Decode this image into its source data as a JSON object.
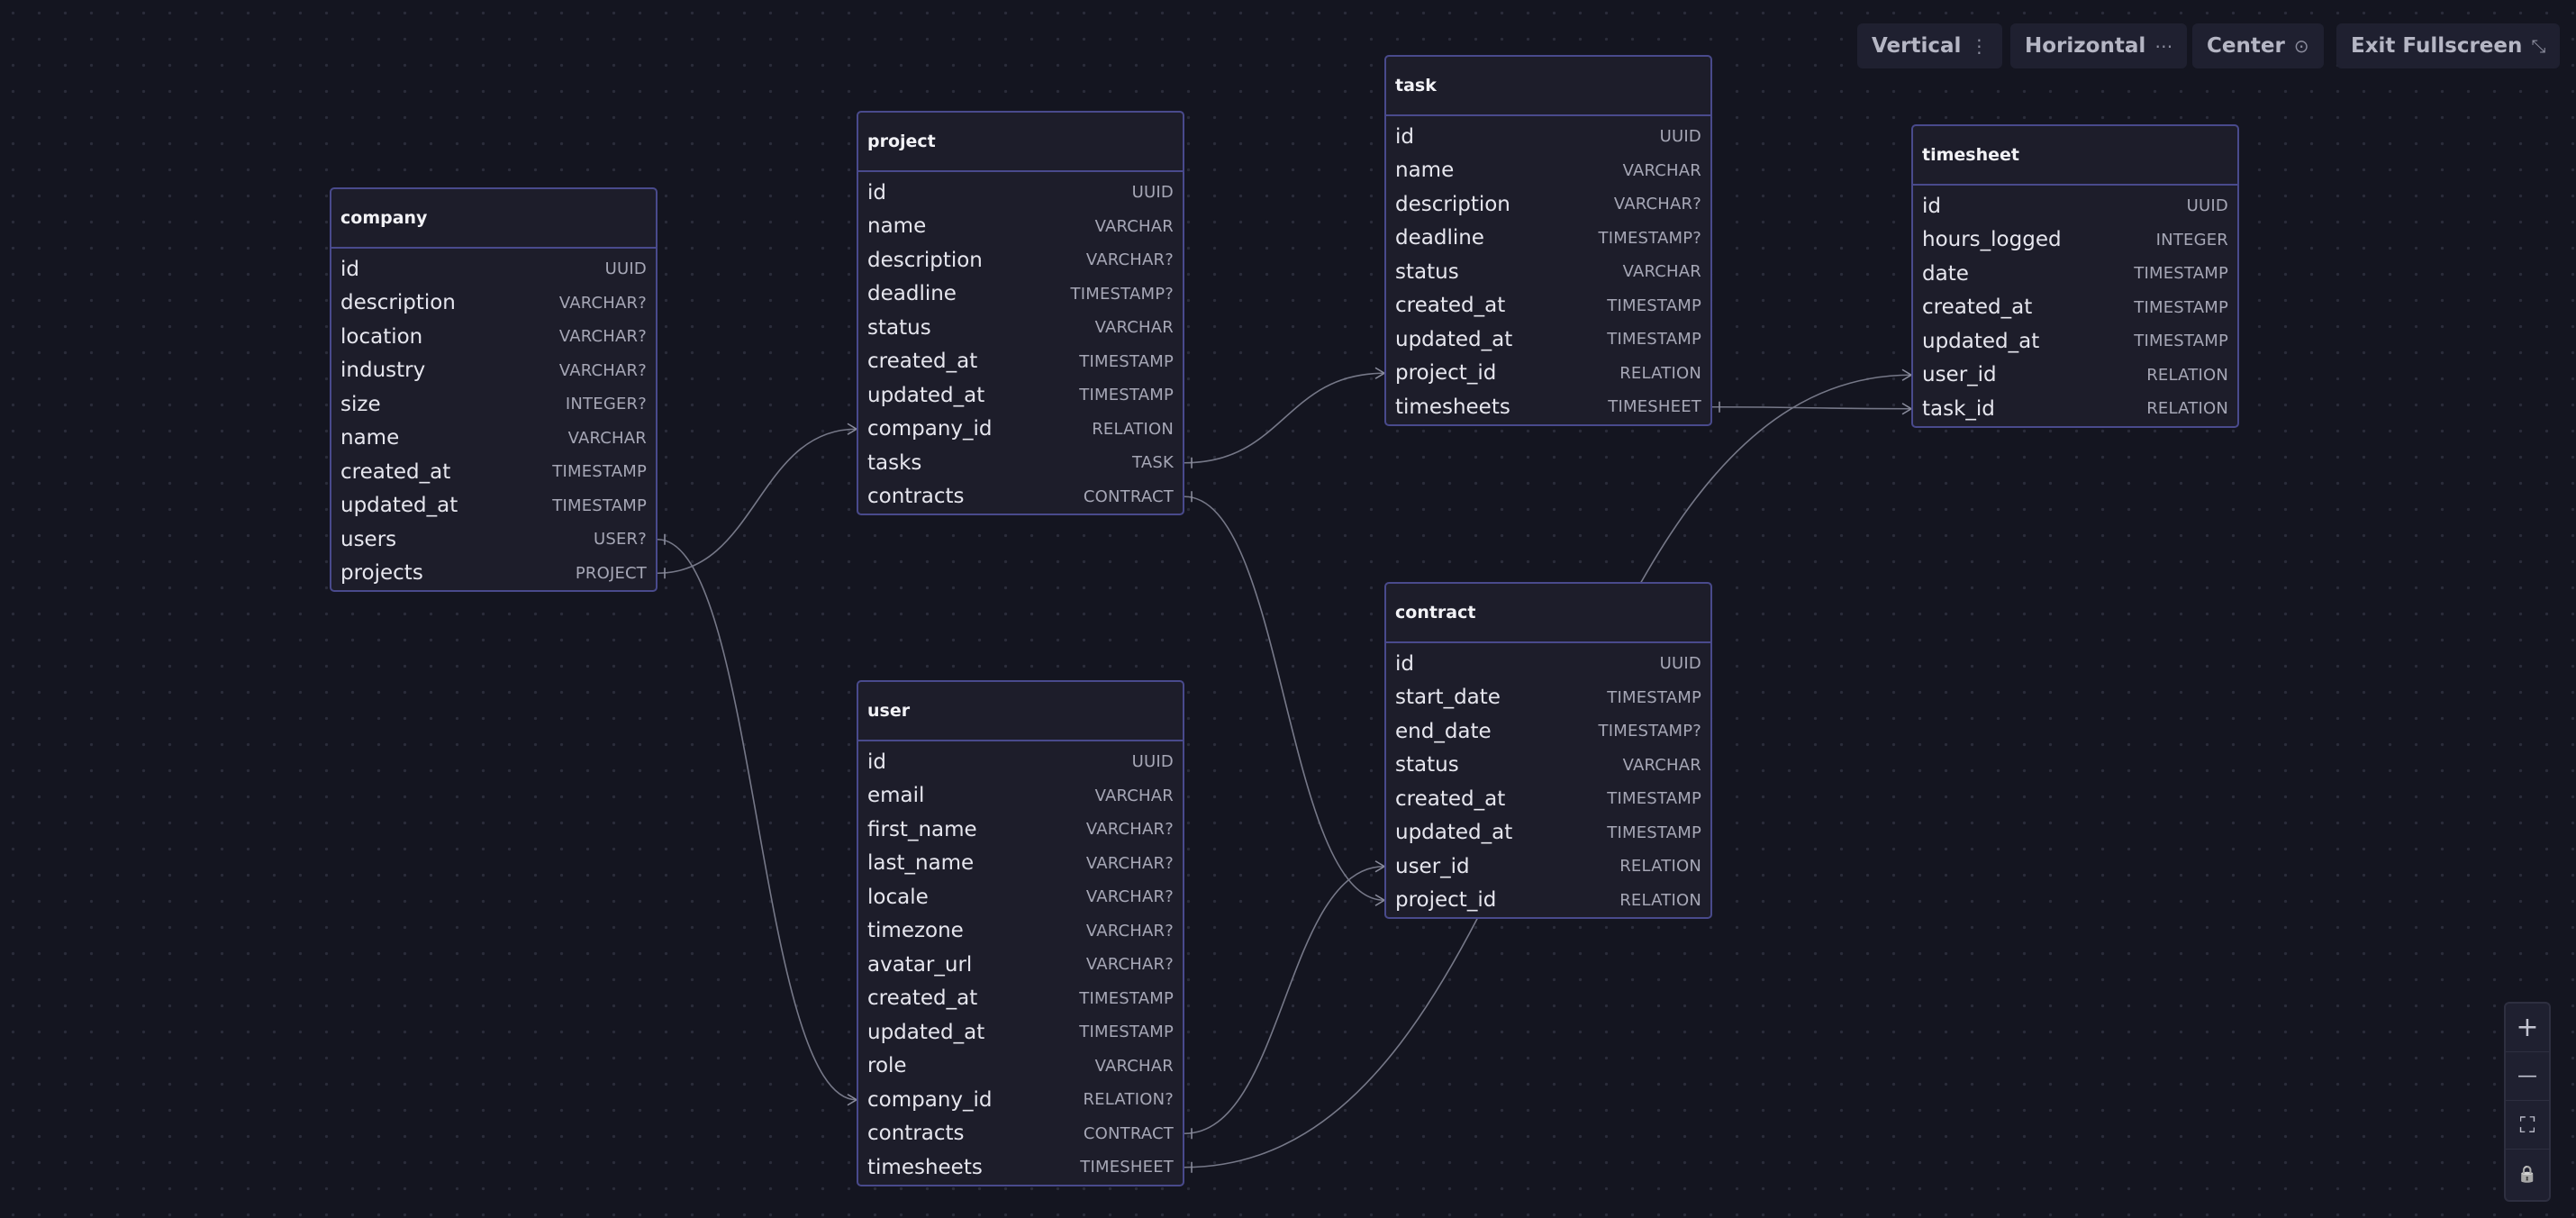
{
  "toolbar": {
    "vertical": {
      "label": "Vertical",
      "icon": "⋮"
    },
    "horizontal": {
      "label": "Horizontal",
      "icon": "⋯"
    },
    "center": {
      "label": "Center",
      "icon": "⊙"
    },
    "exit_fullscreen": {
      "label": "Exit Fullscreen",
      "icon": "⤡"
    }
  },
  "zoom_controls": {
    "zoom_in": "+",
    "zoom_out": "—",
    "fit_view": "⛶",
    "lock": "🔒"
  },
  "entities": [
    {
      "id": "company",
      "title": "company",
      "fields": [
        {
          "name": "id",
          "type": "UUID"
        },
        {
          "name": "description",
          "type": "VARCHAR?"
        },
        {
          "name": "location",
          "type": "VARCHAR?"
        },
        {
          "name": "industry",
          "type": "VARCHAR?"
        },
        {
          "name": "size",
          "type": "INTEGER?"
        },
        {
          "name": "name",
          "type": "VARCHAR"
        },
        {
          "name": "created_at",
          "type": "TIMESTAMP"
        },
        {
          "name": "updated_at",
          "type": "TIMESTAMP"
        },
        {
          "name": "users",
          "type": "USER?"
        },
        {
          "name": "projects",
          "type": "PROJECT"
        }
      ]
    },
    {
      "id": "project",
      "title": "project",
      "fields": [
        {
          "name": "id",
          "type": "UUID"
        },
        {
          "name": "name",
          "type": "VARCHAR"
        },
        {
          "name": "description",
          "type": "VARCHAR?"
        },
        {
          "name": "deadline",
          "type": "TIMESTAMP?"
        },
        {
          "name": "status",
          "type": "VARCHAR"
        },
        {
          "name": "created_at",
          "type": "TIMESTAMP"
        },
        {
          "name": "updated_at",
          "type": "TIMESTAMP"
        },
        {
          "name": "company_id",
          "type": "RELATION"
        },
        {
          "name": "tasks",
          "type": "TASK"
        },
        {
          "name": "contracts",
          "type": "CONTRACT"
        }
      ]
    },
    {
      "id": "task",
      "title": "task",
      "fields": [
        {
          "name": "id",
          "type": "UUID"
        },
        {
          "name": "name",
          "type": "VARCHAR"
        },
        {
          "name": "description",
          "type": "VARCHAR?"
        },
        {
          "name": "deadline",
          "type": "TIMESTAMP?"
        },
        {
          "name": "status",
          "type": "VARCHAR"
        },
        {
          "name": "created_at",
          "type": "TIMESTAMP"
        },
        {
          "name": "updated_at",
          "type": "TIMESTAMP"
        },
        {
          "name": "project_id",
          "type": "RELATION"
        },
        {
          "name": "timesheets",
          "type": "TIMESHEET"
        }
      ]
    },
    {
      "id": "timesheet",
      "title": "timesheet",
      "fields": [
        {
          "name": "id",
          "type": "UUID"
        },
        {
          "name": "hours_logged",
          "type": "INTEGER"
        },
        {
          "name": "date",
          "type": "TIMESTAMP"
        },
        {
          "name": "created_at",
          "type": "TIMESTAMP"
        },
        {
          "name": "updated_at",
          "type": "TIMESTAMP"
        },
        {
          "name": "user_id",
          "type": "RELATION"
        },
        {
          "name": "task_id",
          "type": "RELATION"
        }
      ]
    },
    {
      "id": "contract",
      "title": "contract",
      "fields": [
        {
          "name": "id",
          "type": "UUID"
        },
        {
          "name": "start_date",
          "type": "TIMESTAMP"
        },
        {
          "name": "end_date",
          "type": "TIMESTAMP?"
        },
        {
          "name": "status",
          "type": "VARCHAR"
        },
        {
          "name": "created_at",
          "type": "TIMESTAMP"
        },
        {
          "name": "updated_at",
          "type": "TIMESTAMP"
        },
        {
          "name": "user_id",
          "type": "RELATION"
        },
        {
          "name": "project_id",
          "type": "RELATION"
        }
      ]
    },
    {
      "id": "user",
      "title": "user",
      "fields": [
        {
          "name": "id",
          "type": "UUID"
        },
        {
          "name": "email",
          "type": "VARCHAR"
        },
        {
          "name": "first_name",
          "type": "VARCHAR?"
        },
        {
          "name": "last_name",
          "type": "VARCHAR?"
        },
        {
          "name": "locale",
          "type": "VARCHAR?"
        },
        {
          "name": "timezone",
          "type": "VARCHAR?"
        },
        {
          "name": "avatar_url",
          "type": "VARCHAR?"
        },
        {
          "name": "created_at",
          "type": "TIMESTAMP"
        },
        {
          "name": "updated_at",
          "type": "TIMESTAMP"
        },
        {
          "name": "role",
          "type": "VARCHAR"
        },
        {
          "name": "company_id",
          "type": "RELATION?"
        },
        {
          "name": "contracts",
          "type": "CONTRACT"
        },
        {
          "name": "timesheets",
          "type": "TIMESHEET"
        }
      ]
    }
  ],
  "relations": [
    {
      "from": "company.projects",
      "to": "project.company_id"
    },
    {
      "from": "company.users",
      "to": "user.company_id"
    },
    {
      "from": "project.tasks",
      "to": "task.project_id"
    },
    {
      "from": "project.contracts",
      "to": "contract.project_id"
    },
    {
      "from": "task.timesheets",
      "to": "timesheet.task_id"
    },
    {
      "from": "user.contracts",
      "to": "contract.user_id"
    },
    {
      "from": "user.timesheets",
      "to": "timesheet.user_id"
    }
  ]
}
